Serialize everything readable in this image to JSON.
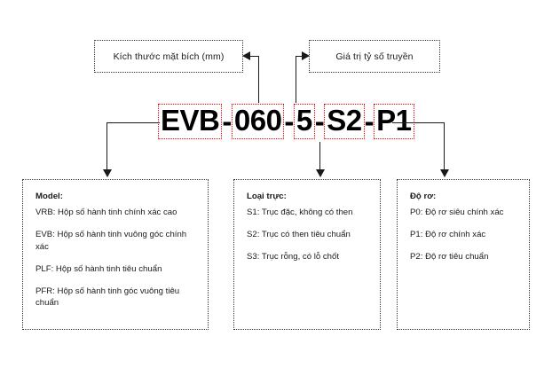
{
  "diagram": {
    "code": {
      "segments": [
        {
          "text": "EVB",
          "name": "code-segment-model"
        },
        {
          "text": "060",
          "name": "code-segment-flange"
        },
        {
          "text": "5",
          "name": "code-segment-ratio"
        },
        {
          "text": "S2",
          "name": "code-segment-shaft"
        },
        {
          "text": "P1",
          "name": "code-segment-backlash"
        }
      ],
      "separator": "-",
      "full": "EVB-060-5-S2-P1",
      "highlight_color": "#ff0000"
    },
    "callouts": [
      {
        "label": "Kích thước mặt bích (mm)"
      },
      {
        "label": "Giá trị tỷ số truyền"
      }
    ],
    "definitions": [
      {
        "title": "Model:",
        "items": [
          "VRB: Hộp số hành tinh chính xác cao",
          "EVB: Hộp số hành tinh vuông góc chính xác",
          "PLF: Hộp số hành tinh tiêu chuẩn",
          "PFR: Hộp số hành tinh góc vuông tiêu chuẩn"
        ]
      },
      {
        "title": "Loại trực:",
        "items": [
          "S1: Trục đặc, không có then",
          "S2: Trục có then tiêu chuẩn",
          "S3: Trục rỗng, có lỗ chốt"
        ]
      },
      {
        "title": "Độ rơ:",
        "items": [
          "P0: Độ rơ siêu chính xác",
          "P1: Độ rơ chính xác",
          "P2: Độ rơ tiêu chuẩn"
        ]
      }
    ]
  }
}
